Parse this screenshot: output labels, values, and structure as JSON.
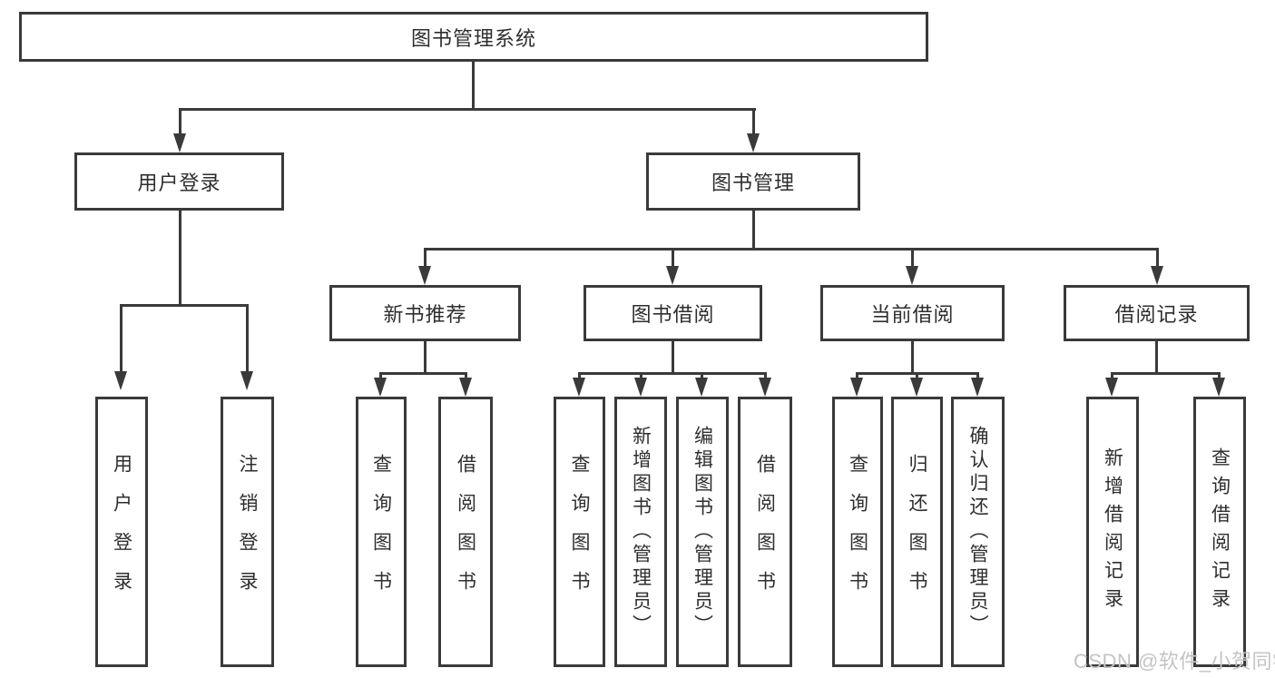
{
  "diagram": {
    "title_note": "library management system feature tree",
    "root": {
      "label": "图书管理系统"
    },
    "branches": {
      "user_login": {
        "label": "用户登录",
        "children": [
          {
            "label": "用户登录"
          },
          {
            "label": "注销登录"
          }
        ]
      },
      "book_mgmt": {
        "label": "图书管理",
        "sections": [
          {
            "label": "新书推荐",
            "children": [
              {
                "label": "查询图书"
              },
              {
                "label": "借阅图书"
              }
            ]
          },
          {
            "label": "图书借阅",
            "children": [
              {
                "label": "查询图书"
              },
              {
                "label": "新增图书（管理员）"
              },
              {
                "label": "编辑图书（管理员）"
              },
              {
                "label": "借阅图书"
              }
            ]
          },
          {
            "label": "当前借阅",
            "children": [
              {
                "label": "查询图书"
              },
              {
                "label": "归还图书"
              },
              {
                "label": "确认归还（管理员）"
              }
            ]
          },
          {
            "label": "借阅记录",
            "children": [
              {
                "label": "新增借阅记录"
              },
              {
                "label": "查询借阅记录"
              }
            ]
          }
        ]
      }
    },
    "watermark": "CSDN @软件_小贺同学",
    "colors": {
      "line": "#3a3a3a",
      "text": "#2e2e2e",
      "watermark": "#c4c4c4",
      "background": "#ffffff"
    }
  }
}
